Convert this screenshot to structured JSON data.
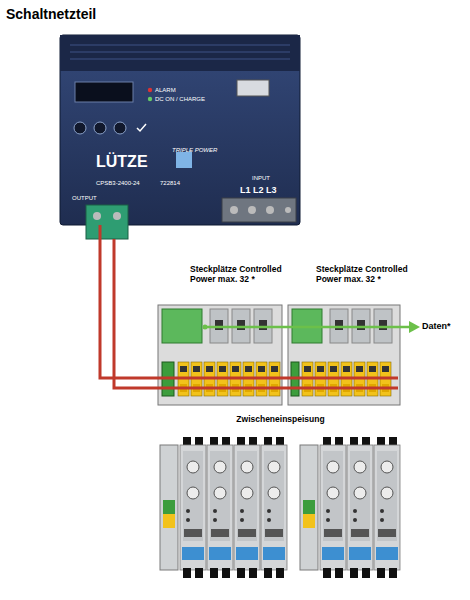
{
  "diagram": {
    "title": "Schaltnetzteil",
    "nodes": [
      {
        "text": [
          "ALARM",
          "DC ON / CHARGE",
          "TRIPLE POWER",
          "LÜTZE",
          "CPSB3-2400-24",
          "722814",
          "OUTPUT",
          "INPUT",
          "L1 L2 L3"
        ]
      },
      {
        "text": [
          "Steckplätze Controlled Power max. 32 *"
        ]
      },
      {
        "text": [
          "Steckplätze Controlled Power max. 32 *"
        ]
      },
      {
        "text": [
          "Zwischeneinspeisung"
        ]
      }
    ],
    "edges": [
      {
        "from": 0,
        "to": 1,
        "arrow": "none"
      },
      {
        "from": 1,
        "to": 2,
        "arrow": "none"
      }
    ],
    "labels": [
      "Daten*"
    ]
  }
}
